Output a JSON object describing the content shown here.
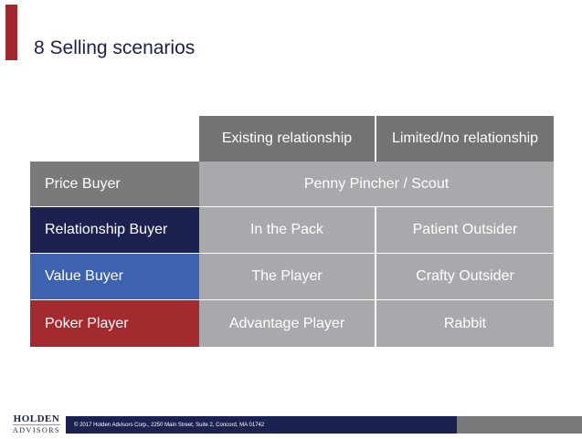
{
  "title": "8 Selling scenarios",
  "table": {
    "headers": [
      "Existing relationship",
      "Limited/no relationship"
    ],
    "rows": [
      {
        "label": "Price Buyer",
        "color": "#7a7a7a",
        "cells": [
          "Penny Pincher / Scout"
        ]
      },
      {
        "label": "Relationship Buyer",
        "color": "#1c2150",
        "cells": [
          "In the Pack",
          "Patient Outsider"
        ]
      },
      {
        "label": "Value Buyer",
        "color": "#3f62b0",
        "cells": [
          "The Player",
          "Crafty Outsider"
        ]
      },
      {
        "label": "Poker Player",
        "color": "#a32a2e",
        "cells": [
          "Advantage Player",
          "Rabbit"
        ]
      }
    ]
  },
  "footer": {
    "logo_top": "HOLDEN",
    "logo_bottom": "ADVISORS",
    "copyright": "© 2017 Holden Advisors Corp., 2250 Main Street, Suite 2, Concord, MA 01742"
  }
}
